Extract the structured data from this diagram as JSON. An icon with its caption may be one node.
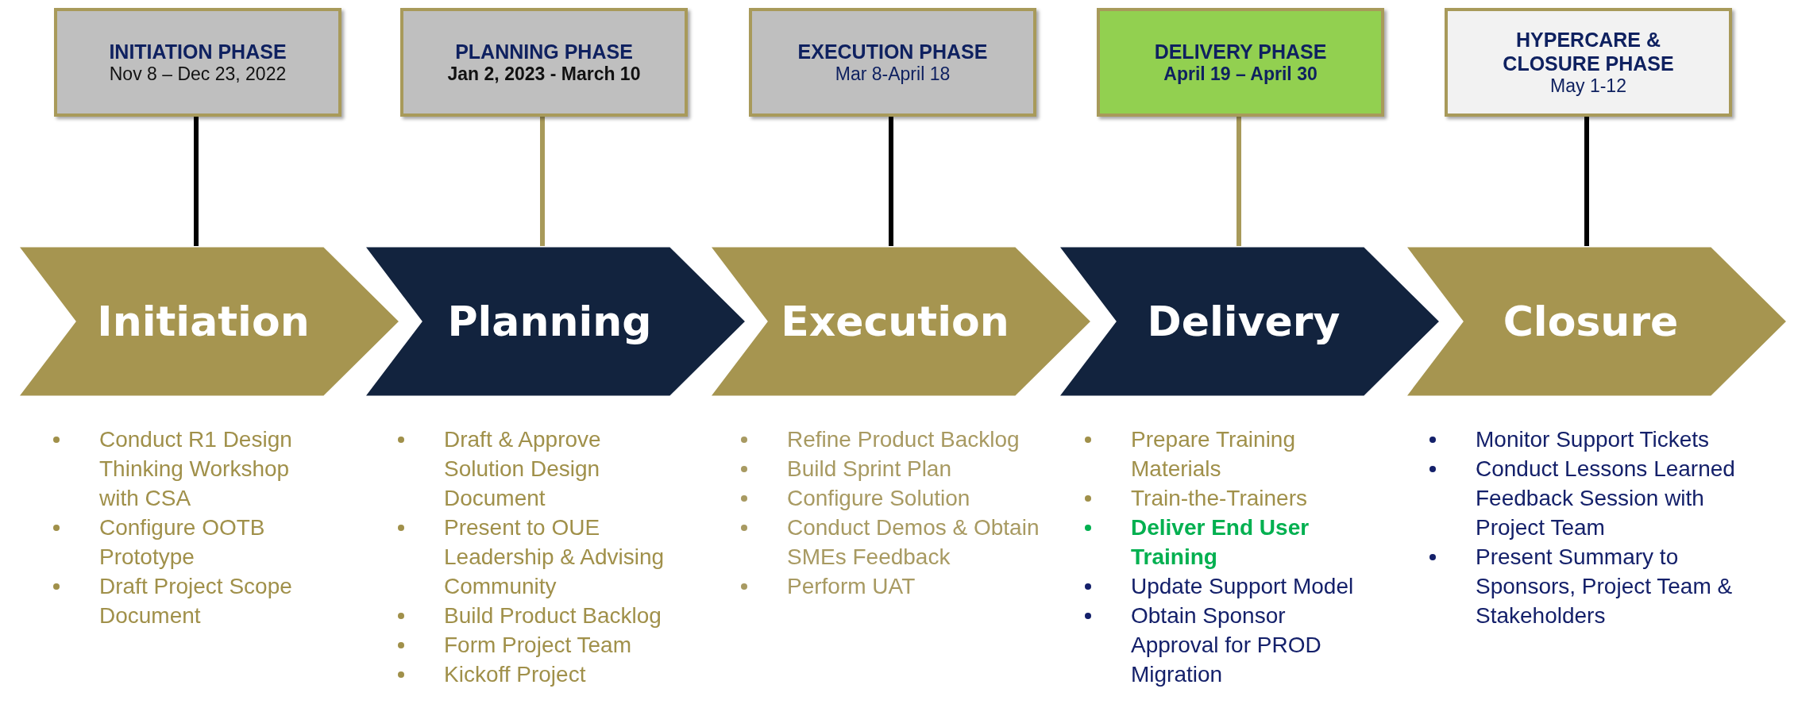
{
  "diagram": {
    "nodes": [
      {
        "text": [
          "INITIATION PHASE",
          "Nov 8 – Dec 23, 2022"
        ]
      },
      {
        "text": [
          "PLANNING PHASE",
          "Jan 2, 2023 - March 10"
        ]
      },
      {
        "text": [
          "EXECUTION PHASE",
          "Mar 8-April 18"
        ]
      },
      {
        "text": [
          "DELIVERY PHASE",
          "April 19 – April 30"
        ]
      },
      {
        "text": [
          "HYPERCARE & CLOSURE PHASE",
          "May 1-12"
        ]
      },
      {
        "text": [
          "Initiation"
        ],
        "beside": [
          "Conduct R1 Design Thinking Workshop with CSA",
          "Configure OOTB Prototype",
          "Draft Project Scope Document"
        ]
      },
      {
        "text": [
          "Planning"
        ],
        "beside": [
          "Draft & Approve Solution Design Document",
          "Present to OUE Leadership & Advising Community",
          "Build Product Backlog",
          "Form Project Team",
          "Kickoff Project"
        ]
      },
      {
        "text": [
          "Execution"
        ],
        "beside": [
          "Refine Product Backlog",
          "Build Sprint Plan",
          "Configure Solution",
          "Conduct Demos & Obtain SMEs Feedback",
          "Perform UAT"
        ]
      },
      {
        "text": [
          "Delivery"
        ],
        "beside": [
          "Prepare Training Materials",
          "Train-the-Trainers",
          "Deliver End User Training",
          "Update Support Model",
          "Obtain Sponsor Approval for PROD Migration"
        ]
      },
      {
        "text": [
          "Closure"
        ],
        "beside": [
          "Monitor Support Tickets",
          "Conduct Lessons Learned Feedback Session with Project Team",
          "Present Summary to Sponsors, Project Team & Stakeholders"
        ]
      }
    ],
    "edges": [
      {
        "from": 0,
        "to": 5,
        "arrow": "none"
      },
      {
        "from": 1,
        "to": 6,
        "arrow": "none",
        "color": "#a89a5a"
      },
      {
        "from": 2,
        "to": 7,
        "arrow": "none"
      },
      {
        "from": 3,
        "to": 8,
        "arrow": "none",
        "color": "#a89a5a"
      },
      {
        "from": 4,
        "to": 9,
        "arrow": "none"
      }
    ]
  }
}
